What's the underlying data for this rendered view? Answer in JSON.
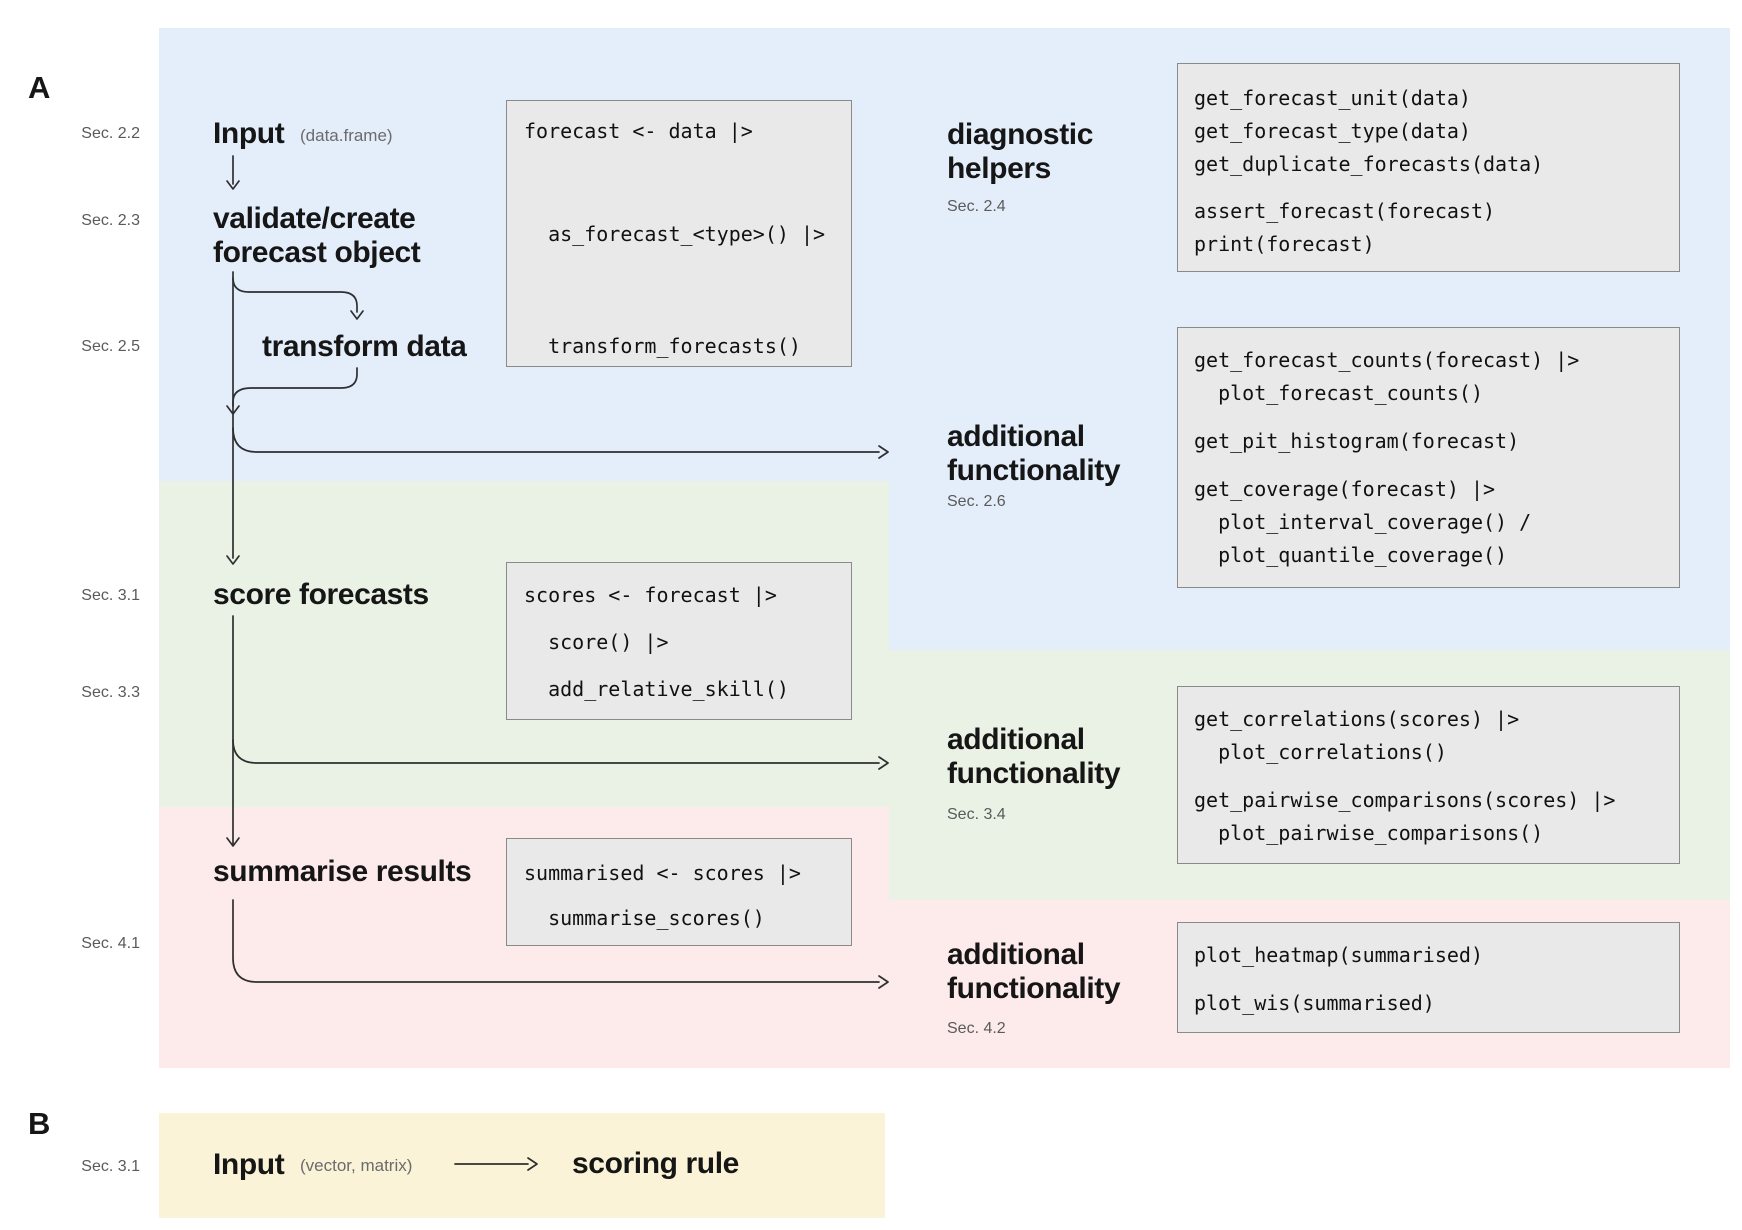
{
  "figure": {
    "panel_a_label": "A",
    "panel_b_label": "B"
  },
  "colors": {
    "blue_region": "#e4eefb",
    "green_region": "#e9f2e4",
    "pink_region": "#fcebea",
    "yellow_region": "#faf3d7",
    "code_box_fill": "#e9e9e9",
    "code_box_border": "#8a8a8a",
    "arrow": "#2f2f2f",
    "section_label_text": "#5a5a5a"
  },
  "section_labels": {
    "sec_2_2": "Sec. 2.2",
    "sec_2_3": "Sec. 2.3",
    "sec_2_5": "Sec. 2.5",
    "sec_3_1": "Sec. 3.1",
    "sec_3_3": "Sec. 3.3",
    "sec_4_1": "Sec. 4.1",
    "sec_b_3_1": "Sec. 3.1"
  },
  "flow": {
    "input_label": "Input",
    "input_annotation": "(data.frame)",
    "validate_line1": "validate/create",
    "validate_line2": "forecast object",
    "transform_label": "transform data",
    "score_label": "score forecasts",
    "summarise_label": "summarise results"
  },
  "right_column": {
    "diagnostic": {
      "line1": "diagnostic",
      "line2": "helpers",
      "section": "Sec. 2.4"
    },
    "additional_blue": {
      "line1": "additional",
      "line2": "functionality",
      "section": "Sec. 2.6"
    },
    "additional_green": {
      "line1": "additional",
      "line2": "functionality",
      "section": "Sec. 3.4"
    },
    "additional_pink": {
      "line1": "additional",
      "line2": "functionality",
      "section": "Sec. 4.2"
    }
  },
  "code_boxes": {
    "forecast_pipeline": {
      "lines": [
        "forecast <- data |>",
        "  as_forecast_<type>() |>",
        "  transform_forecasts()"
      ]
    },
    "diagnostic_helpers": {
      "lines": [
        "get_forecast_unit(data)",
        "get_forecast_type(data)",
        "get_duplicate_forecasts(data)",
        "assert_forecast(forecast)",
        "print(forecast)"
      ]
    },
    "additional_blue": {
      "lines": [
        "get_forecast_counts(forecast) |>",
        "  plot_forecast_counts()",
        "get_pit_histogram(forecast)",
        "get_coverage(forecast) |>",
        "  plot_interval_coverage() /",
        "  plot_quantile_coverage()"
      ]
    },
    "scores_pipeline": {
      "lines": [
        "scores <- forecast |>",
        "  score() |>",
        "  add_relative_skill()"
      ]
    },
    "additional_green": {
      "lines": [
        "get_correlations(scores) |>",
        "  plot_correlations()",
        "get_pairwise_comparisons(scores) |>",
        "  plot_pairwise_comparisons()"
      ]
    },
    "summarised_pipeline": {
      "lines": [
        "summarised <- scores |>",
        "  summarise_scores()"
      ]
    },
    "additional_pink": {
      "lines": [
        "plot_heatmap(summarised)",
        "plot_wis(summarised)"
      ]
    }
  },
  "panel_b": {
    "input_label": "Input",
    "input_annotation": "(vector, matrix)",
    "target_label": "scoring rule"
  }
}
